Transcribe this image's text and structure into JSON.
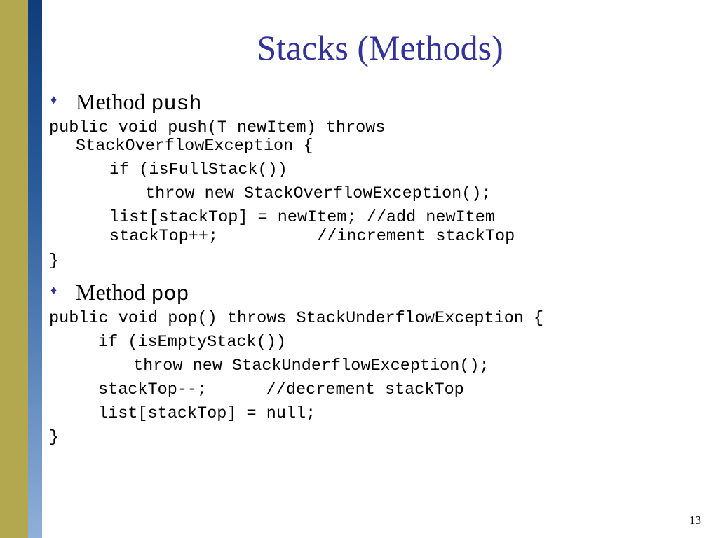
{
  "slide": {
    "title": "Stacks (Methods)",
    "bullet_glyph": "♦",
    "push_section": {
      "label": "Method",
      "method_name": "push",
      "code": [
        "public void push(T newItem) throws",
        "StackOverflowException {",
        "if (isFullStack())",
        "throw new StackOverflowException();",
        "list[stackTop] = newItem; //add newItem",
        "stackTop++;          //increment stackTop",
        "}"
      ]
    },
    "pop_section": {
      "label": "Method",
      "method_name": "pop",
      "code": [
        "public void pop() throws StackUnderflowException {",
        "if (isEmptyStack())",
        "throw new StackUnderflowException();",
        "stackTop--;      //decrement stackTop",
        "list[stackTop] = null;",
        "}"
      ]
    },
    "page_number": "13"
  },
  "colors": {
    "title": "#33339a",
    "side_bar_olive": "#b3a84f",
    "side_bar_blue": "#0f3d7a",
    "text": "#000000"
  }
}
